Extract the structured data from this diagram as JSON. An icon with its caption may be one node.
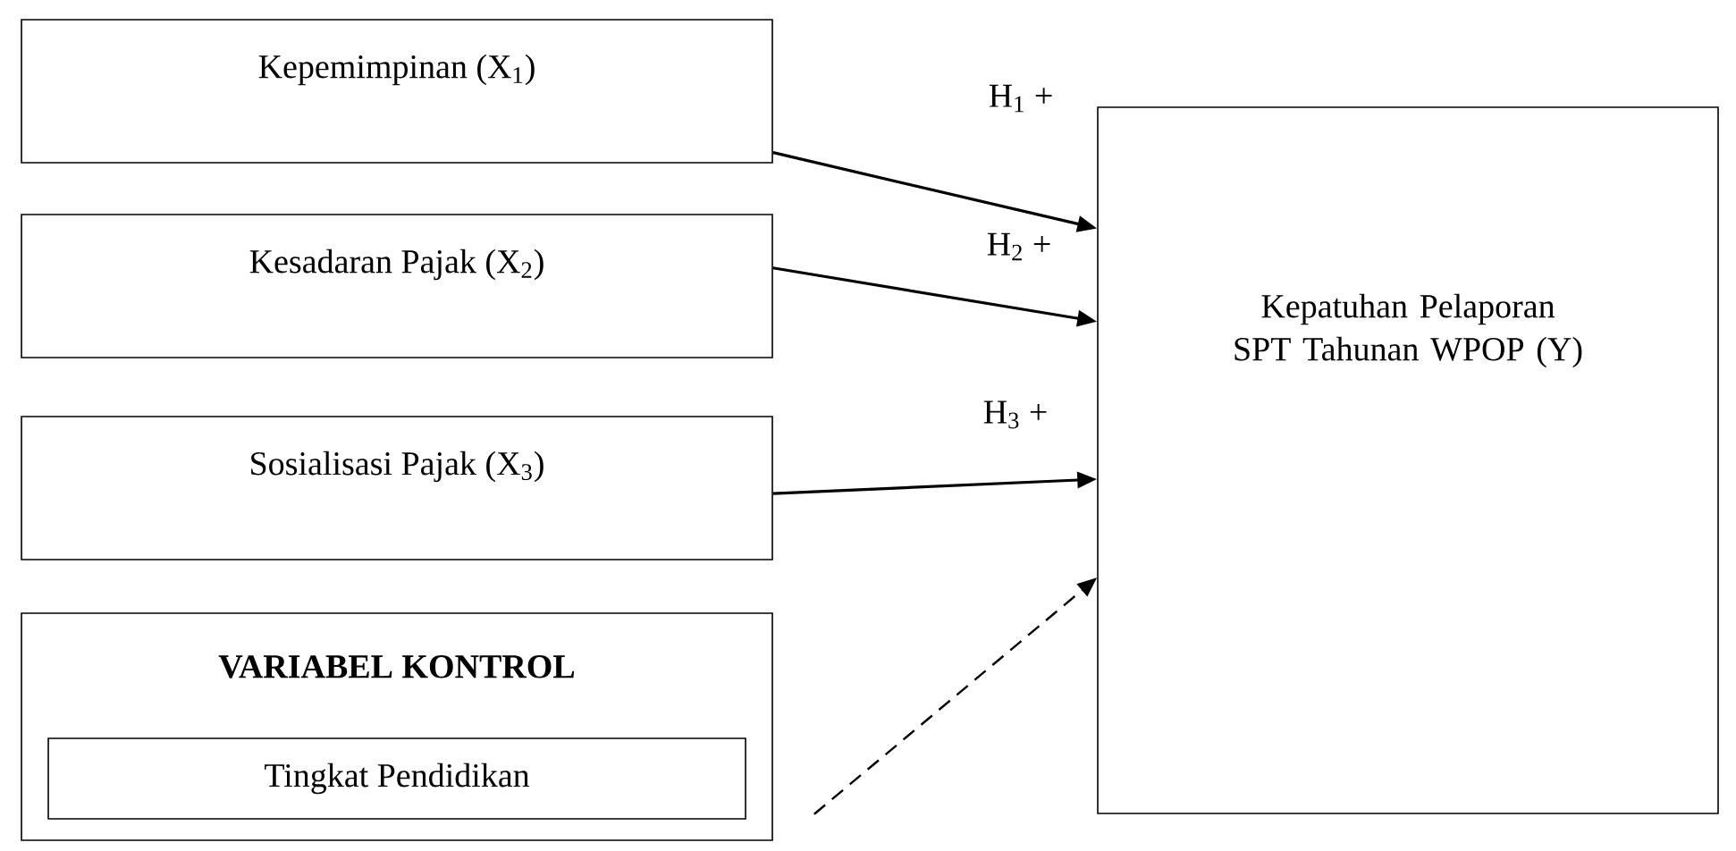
{
  "diagram": {
    "nodes": [
      {
        "text": [
          "Kepemimpinan (X$_{1}$)"
        ]
      },
      {
        "text": [
          "Kesadaran Pajak (X$_{2}$)"
        ]
      },
      {
        "text": [
          "Sosialisasi Pajak (X$_{3}$)"
        ]
      },
      {
        "text": [
          "Kepatuhan Pelaporan SPT Tahunan WPOP (Y)"
        ]
      },
      {
        "text": [
          "**VARIABEL KONTROL**"
        ]
      },
      {
        "text": [
          "Tingkat Pendidikan"
        ],
        "in": 4
      }
    ],
    "edges": [
      {
        "from": 0,
        "to": 3,
        "arrow": "to",
        "label": "H$_{1}$ +"
      },
      {
        "from": 1,
        "to": 3,
        "arrow": "to",
        "label": "H$_{2}$ +"
      },
      {
        "from": 2,
        "to": 3,
        "arrow": "to",
        "label": "H$_{3}$ +"
      },
      {
        "from": 4,
        "to": 3,
        "arrow": "to",
        "style": "dashed"
      }
    ]
  }
}
